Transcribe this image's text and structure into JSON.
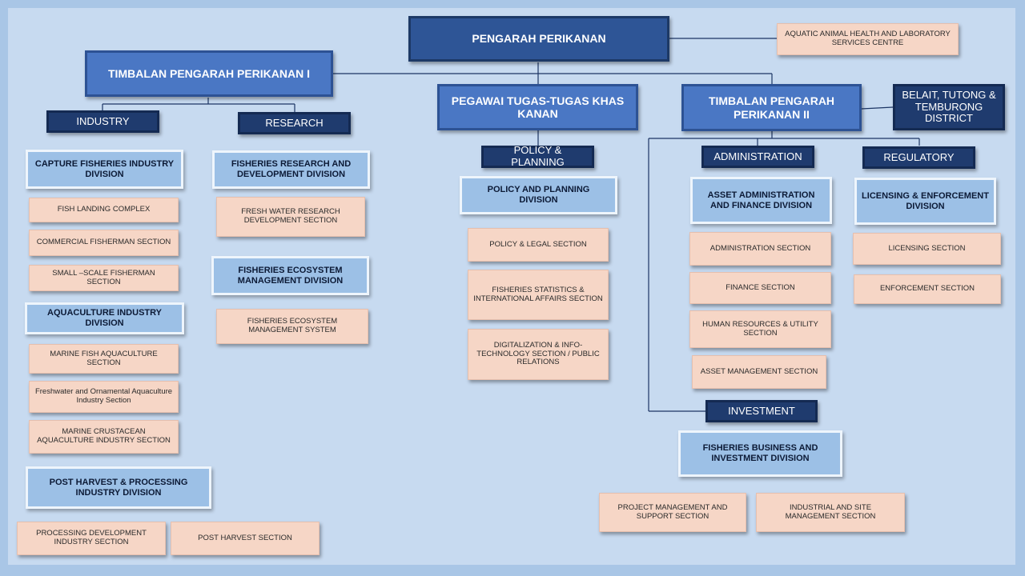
{
  "director": "PENGARAH  PERIKANAN",
  "aquatic_centre": "AQUATIC ANIMAL HEALTH AND LABORATORY SERVICES CENTRE",
  "deputy1": {
    "title": "TIMBALAN PENGARAH PERIKANAN I",
    "industry": {
      "label": "INDUSTRY",
      "capture": {
        "title": "CAPTURE FISHERIES INDUSTRY DIVISION",
        "sections": [
          "FISH LANDING COMPLEX",
          "COMMERCIAL FISHERMAN SECTION",
          "SMALL –SCALE FISHERMAN SECTION"
        ]
      },
      "aquaculture": {
        "title": "AQUACULTURE INDUSTRY DIVISION",
        "sections": [
          "MARINE FISH AQUACULTURE SECTION",
          "Freshwater and Ornamental Aquaculture Industry Section",
          "MARINE CRUSTACEAN AQUACULTURE INDUSTRY SECTION"
        ]
      },
      "post_harvest": {
        "title": "POST HARVEST & PROCESSING INDUSTRY DIVISION",
        "sections": [
          "PROCESSING DEVELOPMENT INDUSTRY SECTION",
          "POST HARVEST SECTION"
        ]
      }
    },
    "research": {
      "label": "RESEARCH",
      "rnd": {
        "title": "FISHERIES RESEARCH  AND DEVELOPMENT DIVISION",
        "sections": [
          "FRESH WATER RESEARCH DEVELOPMENT SECTION"
        ]
      },
      "ecosystem": {
        "title": "FISHERIES ECOSYSTEM MANAGEMENT  DIVISION",
        "sections": [
          "FISHERIES ECOSYSTEM MANAGEMENT SYSTEM"
        ]
      }
    }
  },
  "special": {
    "title": "PEGAWAI TUGAS-TUGAS KHAS KANAN",
    "policy_planning": {
      "label": "POLICY & PLANNING",
      "division": {
        "title": "POLICY AND PLANNING DIVISION",
        "sections": [
          "POLICY & LEGAL SECTION",
          "FISHERIES STATISTICS & INTERNATIONAL AFFAIRS SECTION",
          "DIGITALIZATION & INFO-TECHNOLOGY SECTION / PUBLIC RELATIONS"
        ]
      }
    }
  },
  "deputy2": {
    "title": "TIMBALAN PENGARAH PERIKANAN II",
    "district": "BELAIT, TUTONG & TEMBURONG DISTRICT",
    "administration": {
      "label": "ADMINISTRATION",
      "division": {
        "title": "ASSET ADMINISTRATION AND FINANCE DIVISION",
        "sections": [
          "ADMINISTRATION SECTION",
          "FINANCE SECTION",
          "HUMAN RESOURCES & UTILITY SECTION",
          "ASSET MANAGEMENT SECTION"
        ]
      }
    },
    "regulatory": {
      "label": "REGULATORY",
      "division": {
        "title": "LICENSING & ENFORCEMENT DIVISION",
        "sections": [
          "LICENSING SECTION",
          "ENFORCEMENT SECTION"
        ]
      }
    },
    "investment": {
      "label": "INVESTMENT",
      "division": {
        "title": "FISHERIES BUSINESS AND INVESTMENT DIVISION",
        "sections": [
          "PROJECT MANAGEMENT AND SUPPORT SECTION",
          "INDUSTRIAL AND SITE MANAGEMENT SECTION"
        ]
      }
    }
  }
}
